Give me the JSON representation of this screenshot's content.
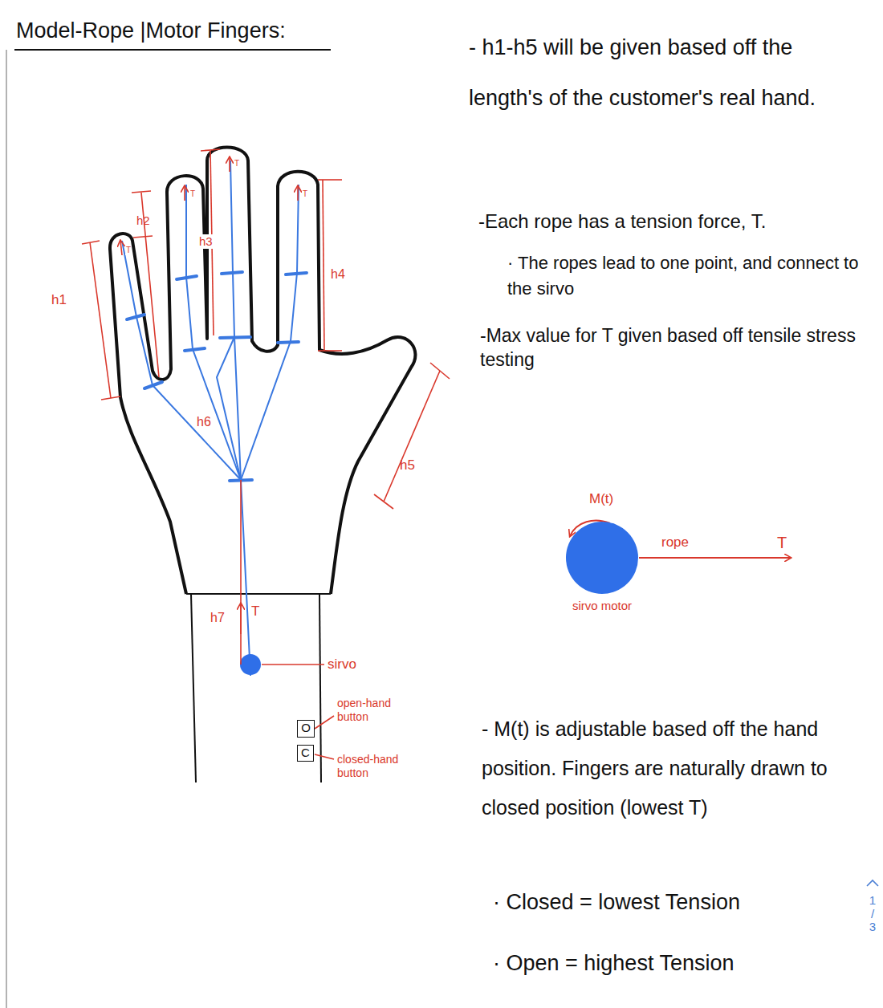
{
  "diagram": {
    "title": "Model-Rope |Motor Fingers:",
    "nodes": [
      {
        "text": [
          "O"
        ]
      },
      {
        "text": [
          "C"
        ]
      },
      {
        "text": [
          "sirvo motor"
        ]
      }
    ],
    "labels": [
      "h1",
      "h2",
      "h3",
      "h4",
      "h5",
      "h6",
      "h7",
      "T",
      "T",
      "T",
      "T",
      "T",
      "sirvo",
      "open-hand button",
      "closed-hand button",
      "- h1-h5 will be given based off the length's of the customer's real hand.",
      "-Each rope has a tension force, T.",
      "· The ropes lead to one point, and connect to the sirvo",
      "-Max value for T given based off tensile stress testing",
      "M(t)",
      "rope",
      "T",
      "- M(t) is adjustable based off the hand position. Fingers are naturally drawn to closed position (lowest T)",
      "· Closed = lowest Tension",
      "· Open = highest Tension",
      "1 / 3"
    ]
  }
}
